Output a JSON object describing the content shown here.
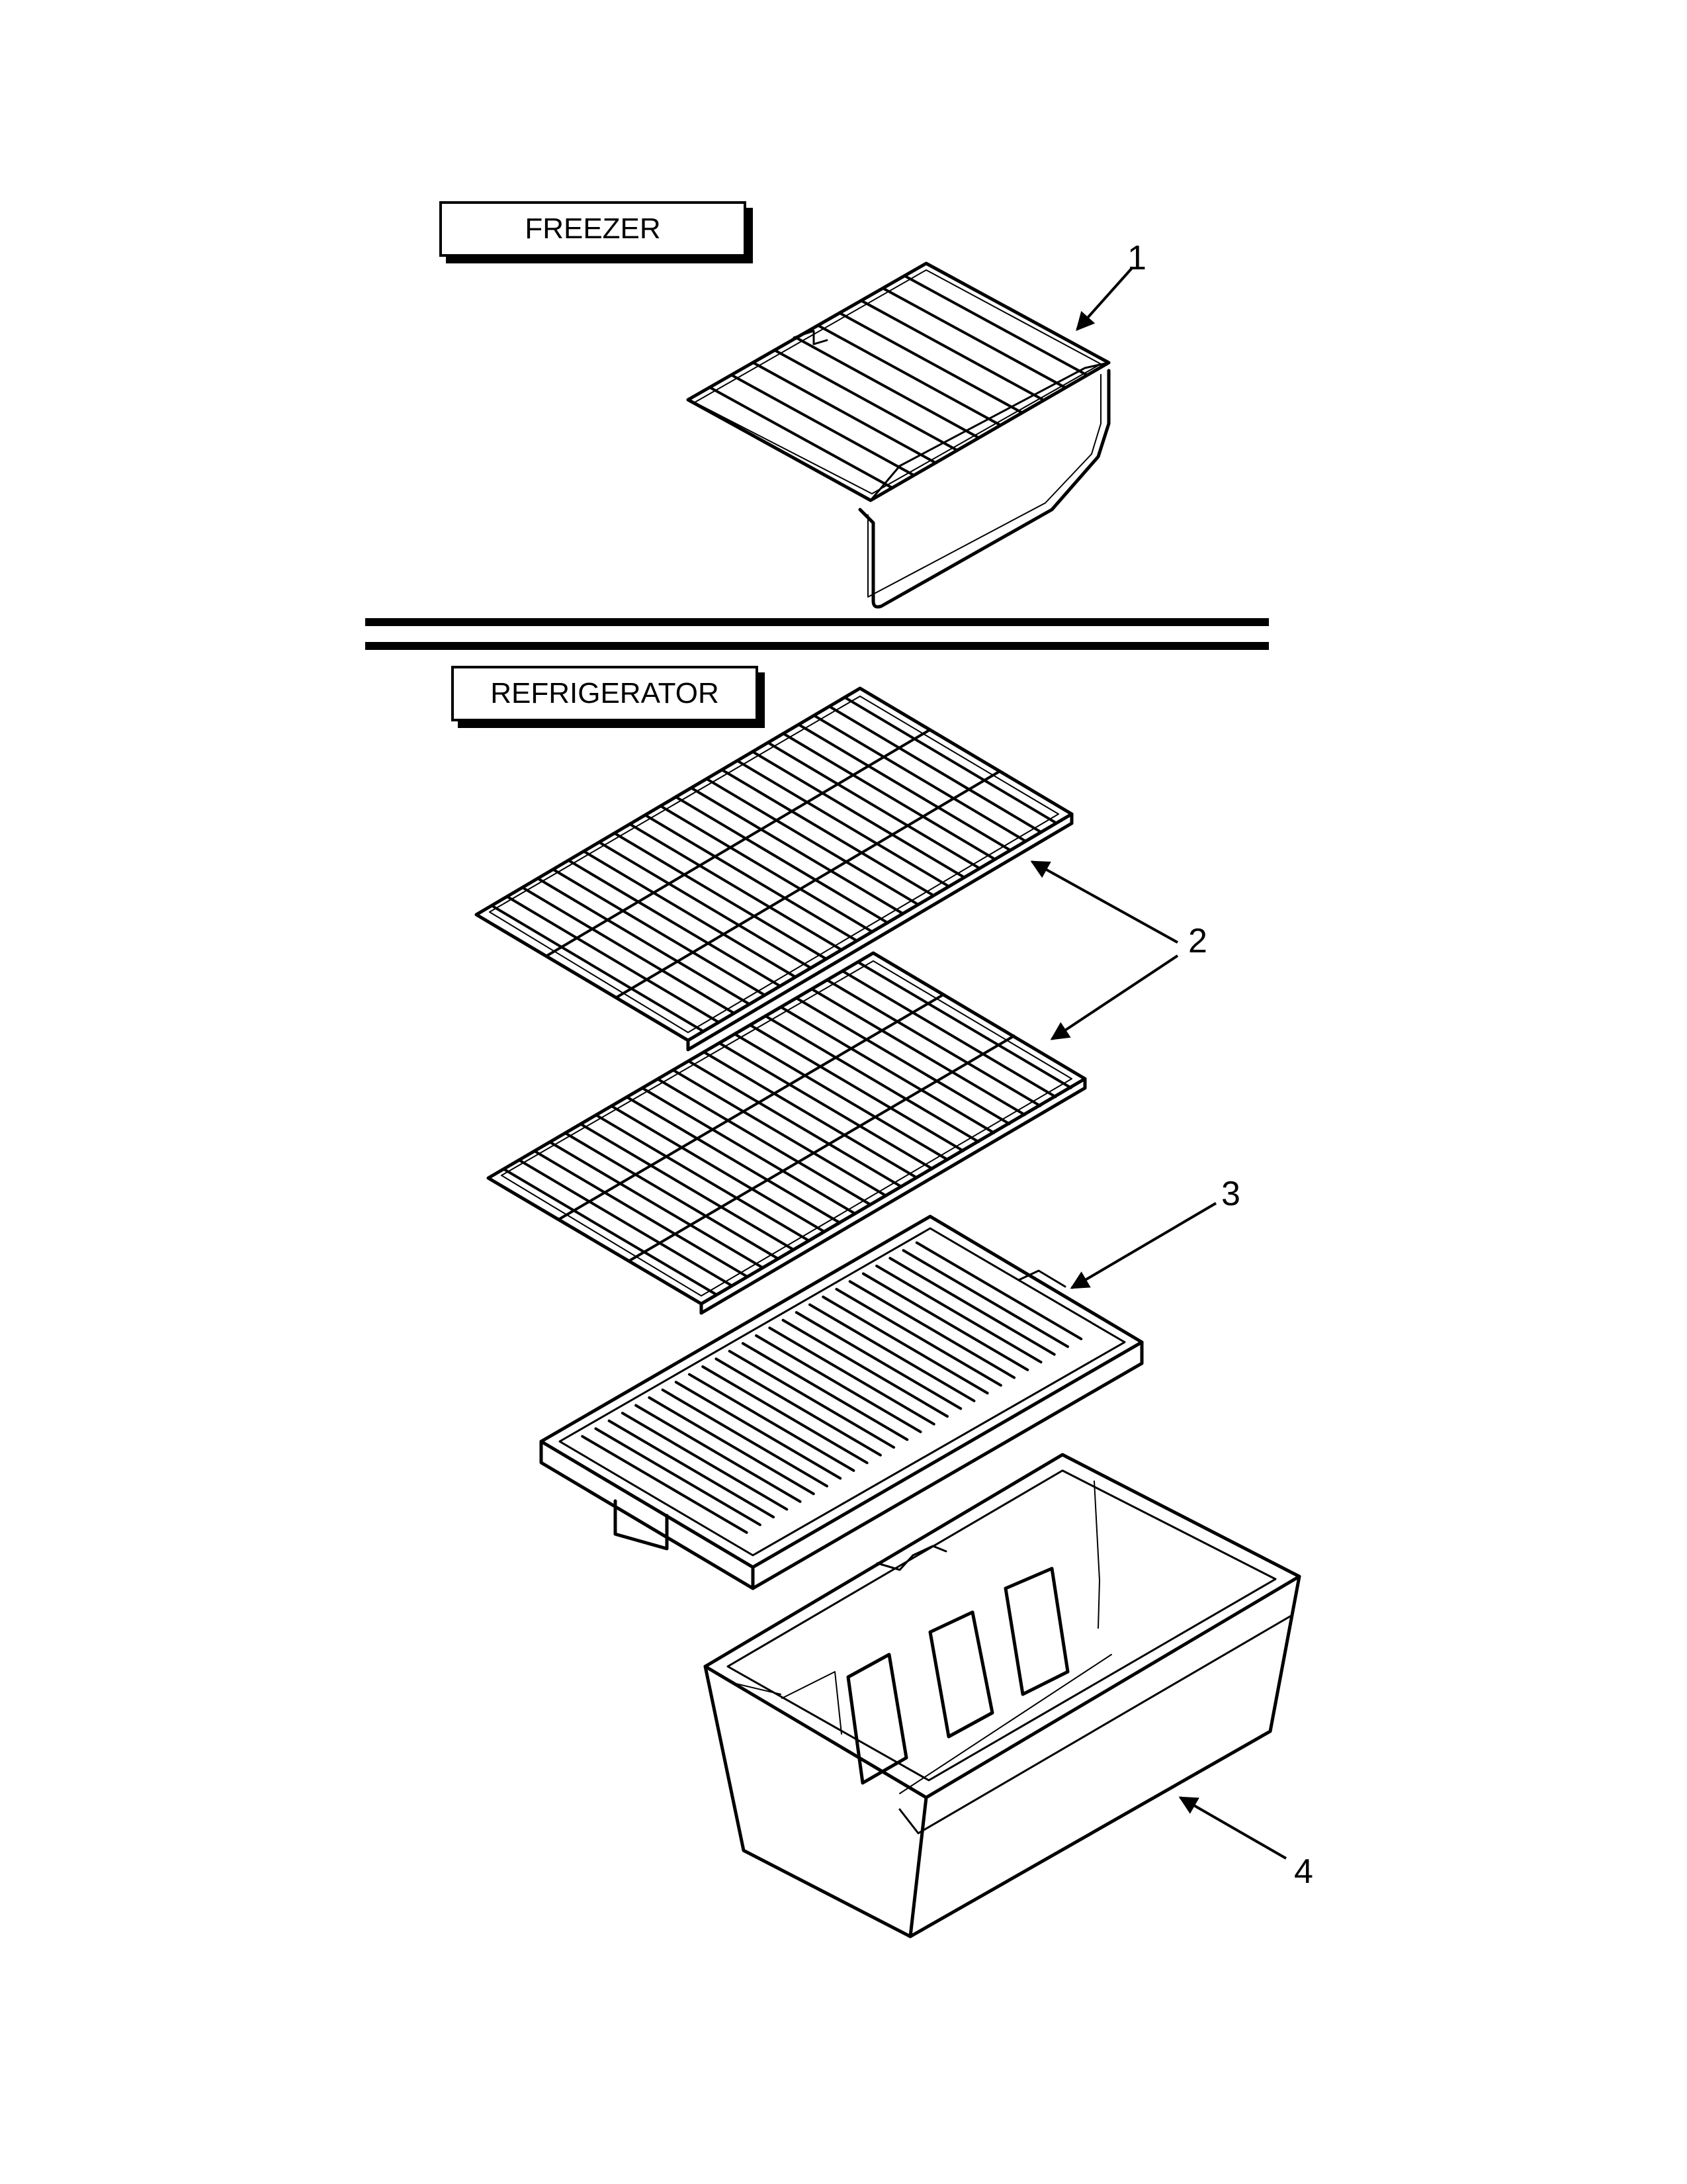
{
  "sections": {
    "freezer": {
      "label": "FREEZER"
    },
    "refrigerator": {
      "label": "REFRIGERATOR"
    }
  },
  "callouts": [
    {
      "number": "1",
      "part": "freezer-wire-shelf"
    },
    {
      "number": "2",
      "part": "refrigerator-wire-shelf"
    },
    {
      "number": "3",
      "part": "crisper-cover-shelf"
    },
    {
      "number": "4",
      "part": "crisper-drawer"
    }
  ]
}
